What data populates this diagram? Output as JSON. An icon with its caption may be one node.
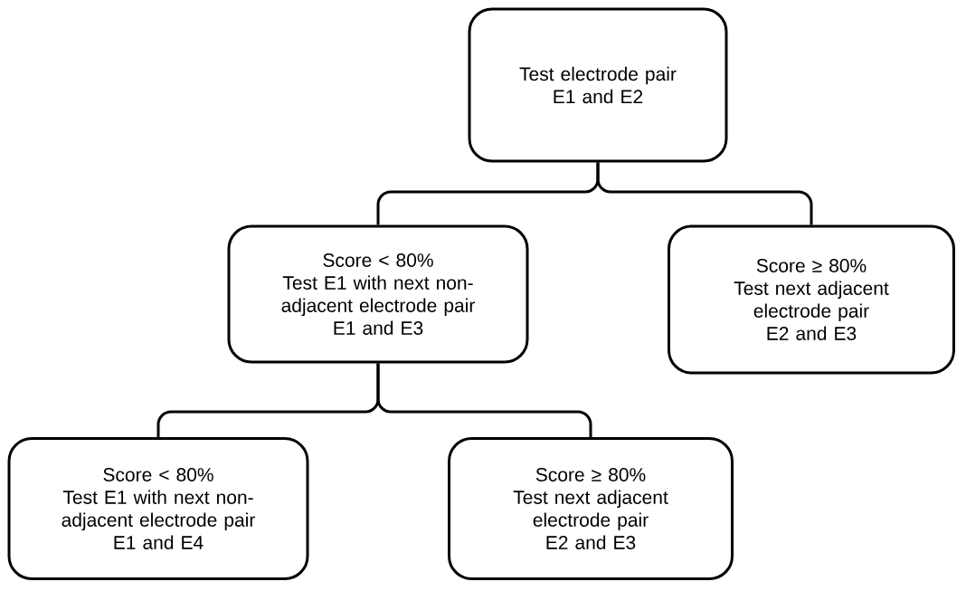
{
  "diagram": {
    "nodes": [
      {
        "text": [
          "Test electrode pair",
          "E1 and E2"
        ]
      },
      {
        "text": [
          "Score < 80%",
          "Test E1 with next non-adjacent electrode pair",
          "E1 and E3"
        ]
      },
      {
        "text": [
          "Score ≥ 80%",
          "Test next adjacent electrode pair",
          "E2 and E3"
        ]
      },
      {
        "text": [
          "Score < 80%",
          "Test E1 with next non-adjacent electrode pair",
          "E1 and E4"
        ]
      },
      {
        "text": [
          "Score ≥ 80%",
          "Test next adjacent electrode pair",
          "E2 and E3"
        ]
      }
    ],
    "edges": [
      {
        "from": 0,
        "to": 1,
        "arrow": "none"
      },
      {
        "from": 0,
        "to": 2,
        "arrow": "none"
      },
      {
        "from": 1,
        "to": 3,
        "arrow": "none"
      },
      {
        "from": 1,
        "to": 4,
        "arrow": "none"
      }
    ]
  }
}
